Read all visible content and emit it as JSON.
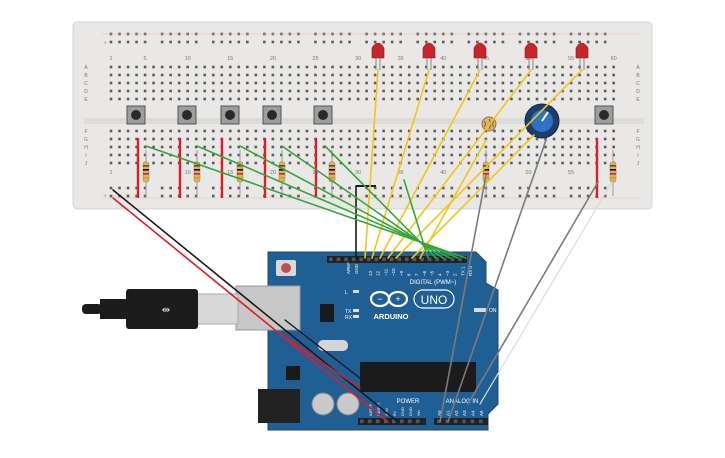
{
  "breadboard": {
    "column_numbers": [
      "1",
      "5",
      "10",
      "15",
      "20",
      "25",
      "30",
      "35",
      "40",
      "45",
      "50",
      "55",
      "60"
    ],
    "row_letters_top": [
      "A",
      "B",
      "C",
      "D",
      "E"
    ],
    "row_letters_bottom": [
      "F",
      "G",
      "H",
      "I",
      "J"
    ],
    "rail_signs": [
      "+",
      "-"
    ]
  },
  "arduino": {
    "logo_text": "ARDUINO",
    "model_text": "UNO",
    "digital_label": "DIGITAL (PWM~)",
    "analog_label": "ANALOG IN",
    "power_label": "POWER",
    "on_label": "ON",
    "tx_label": "TX",
    "rx_label": "RX",
    "l_label": "L",
    "aref_label": "AREF",
    "gnd_label": "GND",
    "digital_pins": [
      "13",
      "12",
      "~11",
      "~10",
      "~9",
      "8",
      "7",
      "~6",
      "~5",
      "4",
      "~3",
      "2",
      "TX 1",
      "RX 0"
    ],
    "analog_pins": [
      "A0",
      "A1",
      "A2",
      "A3",
      "A4",
      "A5"
    ],
    "power_pins": [
      "IOREF",
      "RESET",
      "3.3V",
      "5V",
      "GND",
      "GND",
      "Vin"
    ]
  },
  "colors": {
    "board": "#1f5f94",
    "breadboard": "#e9e8e6",
    "wire_red": "#e31b23",
    "wire_black": "#1a1a1a",
    "wire_green": "#35a73a",
    "wire_yellow": "#f2c614",
    "wire_gray": "#7b7b7b",
    "wire_white": "#dcdcdc",
    "led": "#c9262b"
  }
}
